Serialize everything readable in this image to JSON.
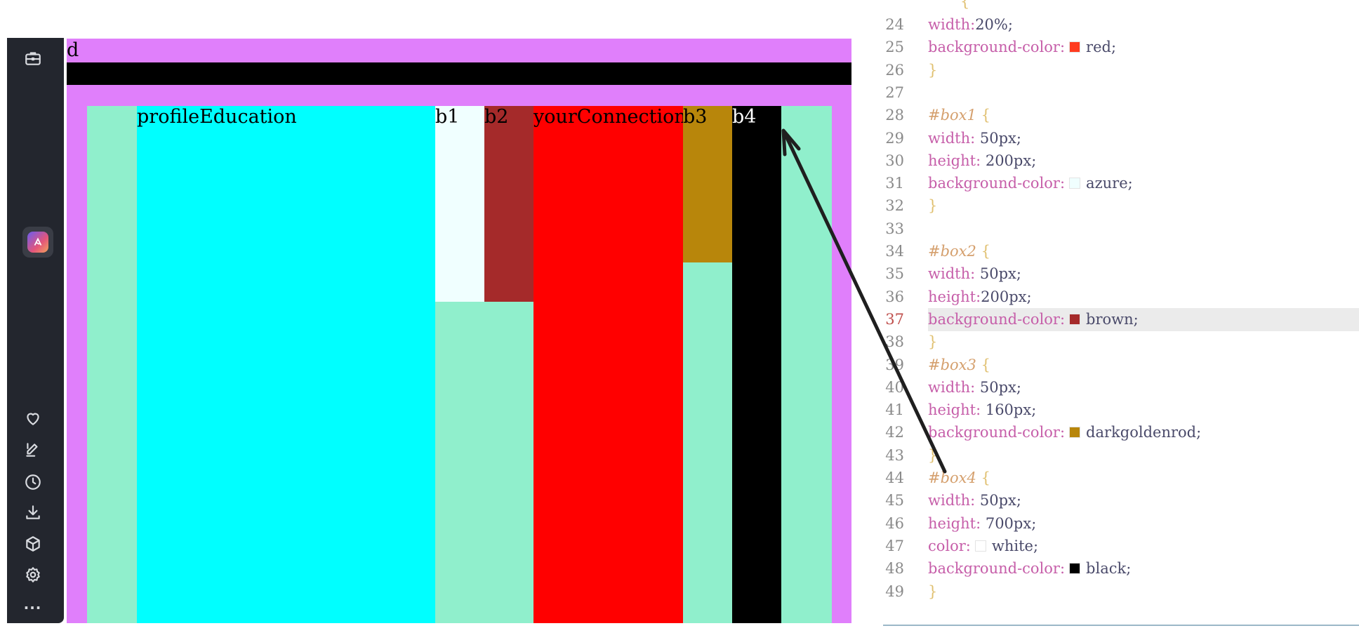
{
  "sidebar": {
    "icons": [
      "briefcase-icon",
      "app-icon",
      "heart-icon",
      "edit-icon",
      "clock-icon",
      "download-icon",
      "cube-icon",
      "gear-icon",
      "more-icon"
    ],
    "more_label": "..."
  },
  "preview": {
    "label_d": "d",
    "boxes": [
      {
        "label": "profileEducation",
        "color": "#00ffff",
        "text_color": "#000000"
      },
      {
        "label": "b1",
        "color": "#f0ffff",
        "text_color": "#000000"
      },
      {
        "label": "b2",
        "color": "#a52a2a",
        "text_color": "#000000"
      },
      {
        "label": "yourConnections",
        "color": "#ff0000",
        "text_color": "#000000"
      },
      {
        "label": "b3",
        "color": "#b8860b",
        "text_color": "#000000"
      },
      {
        "label": "b4",
        "color": "#000000",
        "text_color": "#ffffff"
      }
    ]
  },
  "editor": {
    "highlighted_line": "37",
    "lines": [
      {
        "n": "24",
        "prop": "width:",
        "val": "20%;"
      },
      {
        "n": "25",
        "prop": "background-color:",
        "swatch": "#ff3b1f",
        "val": "red;"
      },
      {
        "n": "26",
        "brace": "}"
      },
      {
        "n": "27"
      },
      {
        "n": "28",
        "selector": "#box1",
        "brace": "{"
      },
      {
        "n": "29",
        "prop": "width:",
        "val": " 50px;"
      },
      {
        "n": "30",
        "prop": "height:",
        "val": " 200px;"
      },
      {
        "n": "31",
        "prop": "background-color:",
        "swatch": "#f0ffff",
        "val": "azure;"
      },
      {
        "n": "32",
        "brace": "}"
      },
      {
        "n": "33"
      },
      {
        "n": "34",
        "selector": "#box2",
        "brace": "{"
      },
      {
        "n": "35",
        "prop": "width:",
        "val": " 50px;"
      },
      {
        "n": "36",
        "prop": "height:",
        "val": "200px;"
      },
      {
        "n": "37",
        "prop": "background-color:",
        "swatch": "#a52a2a",
        "val": "brown;"
      },
      {
        "n": "38",
        "brace": "}"
      },
      {
        "n": "39",
        "selector": "#box3",
        "brace": "{"
      },
      {
        "n": "40",
        "prop": "width:",
        "val": " 50px;"
      },
      {
        "n": "41",
        "prop": "height:",
        "val": " 160px;"
      },
      {
        "n": "42",
        "prop": "background-color:",
        "swatch": "#b8860b",
        "val": "darkgoldenrod;"
      },
      {
        "n": "43",
        "brace": "}"
      },
      {
        "n": "44",
        "selector": "#box4",
        "brace": "{"
      },
      {
        "n": "45",
        "prop": "width:",
        "val": " 50px;"
      },
      {
        "n": "46",
        "prop": "height:",
        "val": " 700px;"
      },
      {
        "n": "47",
        "prop": "color:",
        "swatch": "#ffffff",
        "val": "white;"
      },
      {
        "n": "48",
        "prop": "background-color:",
        "swatch": "#000000",
        "val": "black;"
      },
      {
        "n": "49",
        "brace": "}"
      }
    ]
  }
}
